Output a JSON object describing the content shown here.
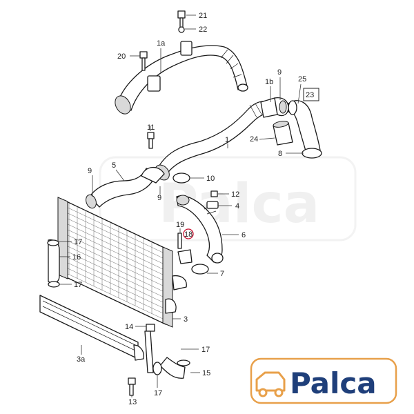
{
  "diagram": {
    "callouts": {
      "c21": "21",
      "c22": "22",
      "c20": "20",
      "c1a": "1a",
      "c9a": "9",
      "c25": "25",
      "c1b": "1b",
      "c23": "23",
      "c24": "24",
      "c8": "8",
      "c11": "11",
      "c1": "1",
      "c9b": "9",
      "c5": "5",
      "c10": "10",
      "c9c": "9",
      "c12": "12",
      "c4": "4",
      "c19": "19",
      "c18": "18",
      "c6": "6",
      "c17a": "17",
      "c16": "16",
      "c17b": "17",
      "c7": "7",
      "c3": "3",
      "c14": "14",
      "c17c": "17",
      "c3a": "3a",
      "c15": "15",
      "c13": "13",
      "c17d": "17"
    }
  },
  "logo": {
    "text": "Palca",
    "watermark": "Palca",
    "color": "#1f3f7a",
    "accent": "#e8a04a"
  }
}
